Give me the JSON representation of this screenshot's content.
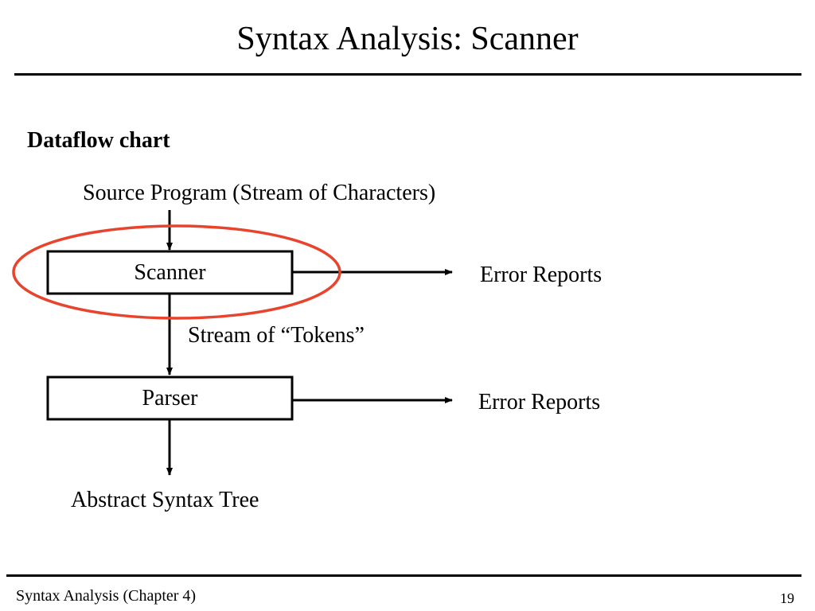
{
  "slide": {
    "title": "Syntax Analysis: Scanner",
    "heading": "Dataflow chart",
    "footer_left": "Syntax Analysis (Chapter 4)",
    "page_number": "19"
  },
  "diagram": {
    "source_label": "Source Program  (Stream of Characters)",
    "scanner_label": "Scanner",
    "scanner_error_label": "Error Reports",
    "tokens_label": "Stream of “Tokens”",
    "parser_label": "Parser",
    "parser_error_label": "Error Reports",
    "output_label": "Abstract Syntax Tree",
    "highlight_color": "#e8432d"
  }
}
